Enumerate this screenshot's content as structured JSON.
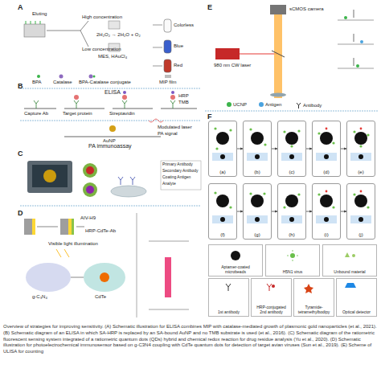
{
  "diagram": {
    "caption": "Overview of strategies for improving sensitivity. (A) Schematic illustration for ELISA combines MIP with catalase-mediated growth of plasmonic gold nanoparticles (et al., 2021). (B) Schematic diagram of an ELISA in which SA-HRP is replaced by an SA-bound AuNP and no TMB substrate is used (et al., 2016). (C) Schematic diagram of the ratiometric fluorescent sensing system integrated of a ratiometric quantum dots (QDs) hybrid and chemical redox reaction for drug residue analysis (Yu et al., 2020). (D) Schematic illustration for photoelectrochemical immunosensor based on g-C3N4 coupling with CdTe quantum dots for detection of target avian viruses (Sun et al., 2019). (E) Scheme of ULISA for counting",
    "nodes": [
      {
        "text": [
          "(a)"
        ]
      },
      {
        "text": [
          "(b)"
        ]
      },
      {
        "text": [
          "(c)"
        ]
      },
      {
        "text": [
          "(d)"
        ]
      },
      {
        "text": [
          "(e)"
        ]
      },
      {
        "text": [
          "(f)"
        ]
      },
      {
        "text": [
          "(g)"
        ]
      },
      {
        "text": [
          "(h)"
        ]
      },
      {
        "text": [
          "(i)"
        ]
      },
      {
        "text": [
          "(j)"
        ]
      },
      {
        "text": [
          "Aptamer-coated microbeads"
        ]
      },
      {
        "text": [
          "H5N1 virus"
        ]
      },
      {
        "text": [
          "Unbound material"
        ]
      },
      {
        "text": [
          "1st antibody"
        ]
      },
      {
        "text": [
          "HRP-conjugated 2nd antibody"
        ]
      },
      {
        "text": [
          "Tyramide-tetramethylbodipy"
        ]
      },
      {
        "text": [
          "Optical detector"
        ]
      }
    ],
    "edges": [
      {
        "from": 0,
        "to": 1,
        "arrow": "to"
      },
      {
        "from": 1,
        "to": 2,
        "arrow": "to"
      },
      {
        "from": 2,
        "to": 3,
        "arrow": "to"
      },
      {
        "from": 3,
        "to": 4,
        "arrow": "to"
      },
      {
        "from": 5,
        "to": 6,
        "arrow": "to"
      },
      {
        "from": 6,
        "to": 7,
        "arrow": "to"
      },
      {
        "from": 7,
        "to": 8,
        "arrow": "to"
      },
      {
        "from": 8,
        "to": 9,
        "arrow": "to"
      }
    ],
    "labels": [
      "A",
      "Eluting",
      "Low concentration",
      "High concentration",
      "2H₂O₂ → 2H₂O + O₂",
      "MES, HAuCl₄",
      "Colorless",
      "Blue",
      "Red",
      "BPA",
      "Catalase",
      "BPA-Catalase conjugate",
      "MIP film",
      "B",
      "ELISA",
      "Capture Ab",
      "Target protein",
      "Streptavidin",
      "HRP",
      "TMB",
      "AuNP",
      "Modulated laser",
      "PA signal",
      "PA immunoassay",
      "C",
      "Primary Antibody",
      "Secondary Antibody",
      "Coating Antigen",
      "Analyte",
      "D",
      "g-C₃N₄",
      "CdTe",
      "Visible light illumination",
      "AIV-H9",
      "HRP-CdTe-Ab",
      "E",
      "980 nm CW laser",
      "sCMOS camera",
      "F"
    ],
    "legend": [
      {
        "text": "UCNP",
        "color": "#3cb44b"
      },
      {
        "text": "Antigen",
        "color": "#4aa3df"
      },
      {
        "text": "Antibody"
      }
    ]
  }
}
